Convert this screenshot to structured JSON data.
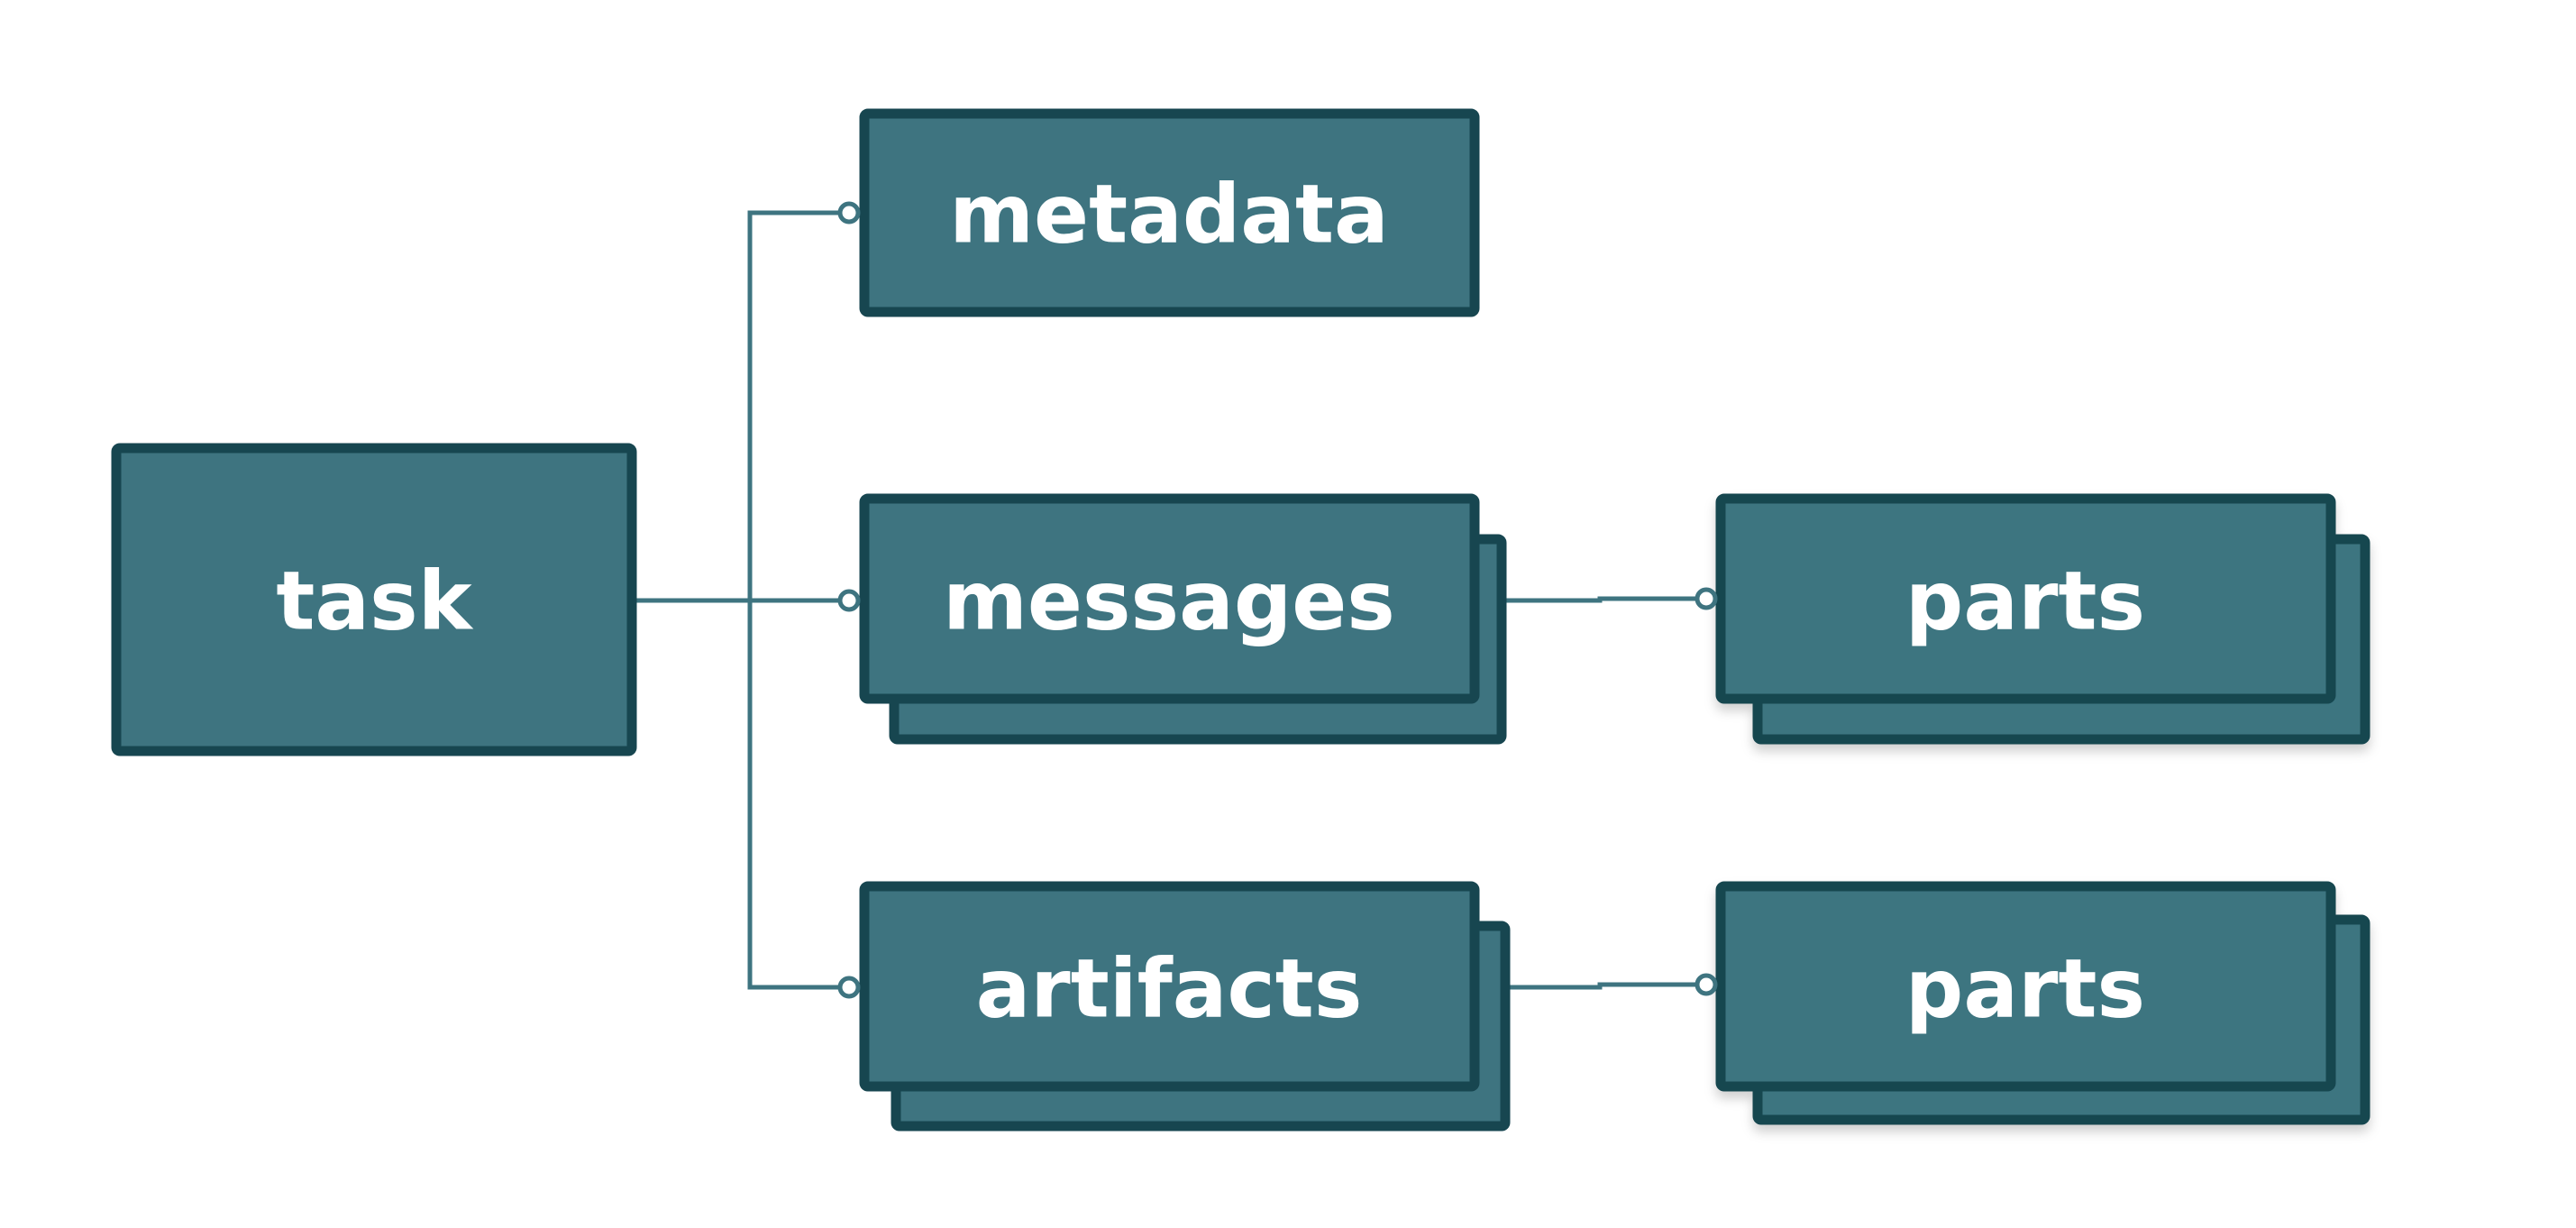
{
  "diagram": {
    "colors": {
      "fill": "#3e7480",
      "border": "#174650",
      "connector": "#3e7480",
      "text": "#ffffff",
      "background": "#ffffff"
    },
    "nodes": {
      "task": "task",
      "metadata": "metadata",
      "messages": "messages",
      "artifacts": "artifacts",
      "messages_parts": "parts",
      "artifacts_parts": "parts"
    },
    "edges": [
      {
        "from": "task",
        "to": "metadata"
      },
      {
        "from": "task",
        "to": "messages"
      },
      {
        "from": "task",
        "to": "artifacts"
      },
      {
        "from": "messages",
        "to": "messages_parts"
      },
      {
        "from": "artifacts",
        "to": "artifacts_parts"
      }
    ]
  }
}
